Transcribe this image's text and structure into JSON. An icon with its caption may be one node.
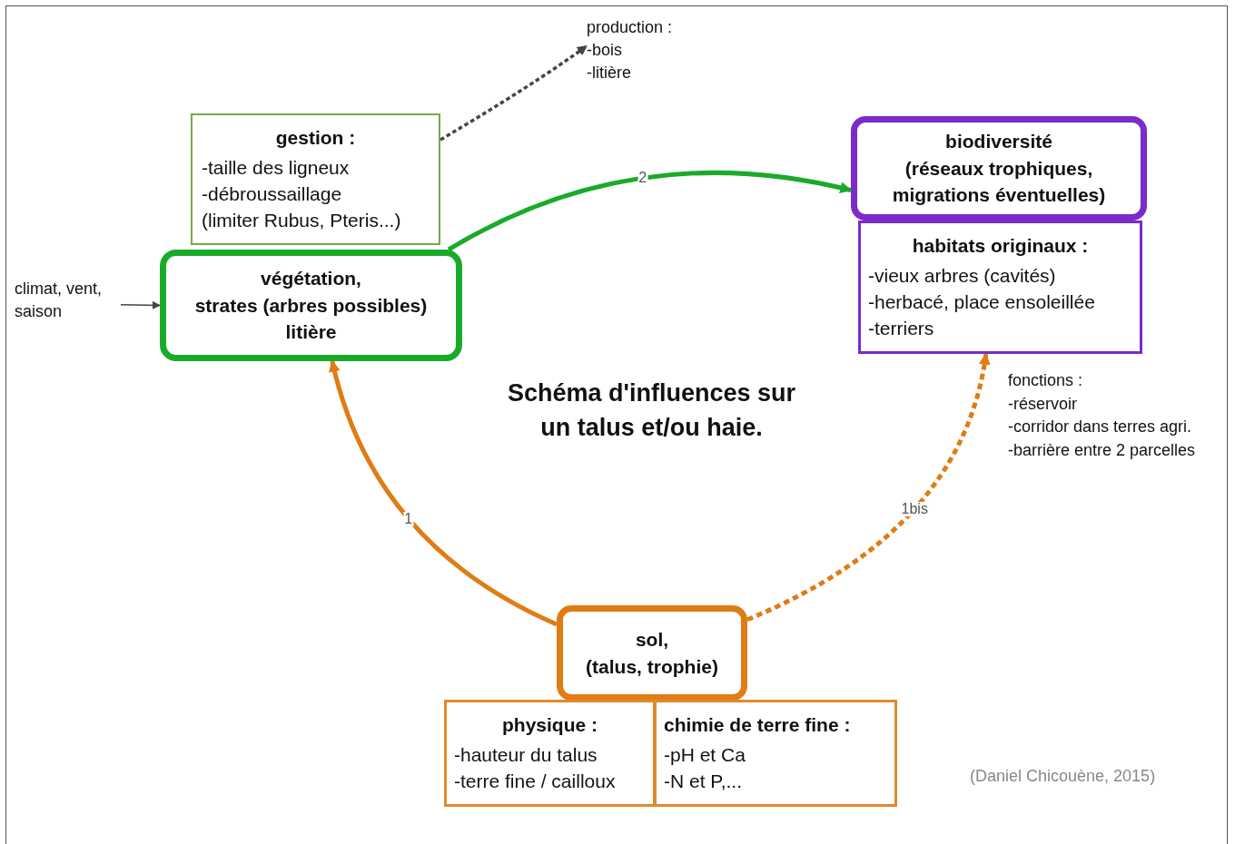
{
  "diagram": {
    "title": "Schéma d'influences sur un talus et/ou haie.",
    "caption": "(Daniel Chicouène, 2015)",
    "nodes": [
      {
        "text": [
          "gestion :",
          "-taille des ligneux",
          "-débroussaillage",
          "(limiter Rubus, Pteris...)"
        ]
      },
      {
        "text": [
          "végétation,",
          "strates (arbres possibles)",
          "litière"
        ]
      },
      {
        "text": [
          "production :",
          "-bois",
          "-litière"
        ]
      },
      {
        "text": [
          "biodiversité",
          "(réseaux trophiques,",
          "migrations éventuelles)"
        ]
      },
      {
        "text": [
          "habitats originaux :",
          "-vieux arbres (cavités)",
          "-herbacé, place ensoleillée",
          "-terriers"
        ]
      },
      {
        "text": [
          "climat, vent, saison"
        ]
      },
      {
        "text": [
          "sol,",
          "(talus, trophie)"
        ]
      },
      {
        "text": [
          "physique :",
          "-hauteur du talus",
          "-terre fine / cailloux"
        ]
      },
      {
        "text": [
          "chimie de terre fine :",
          "-pH et Ca",
          "-N et P,..."
        ]
      }
    ],
    "edges": [
      {
        "from": 0,
        "to": 2,
        "arrow": "to",
        "style": "dashed",
        "color": "#444444"
      },
      {
        "from": 1,
        "to": 3,
        "arrow": "to",
        "label": "2",
        "color": "#1aaa2a"
      },
      {
        "from": 6,
        "to": 1,
        "arrow": "to",
        "label": "1",
        "color": "#df7c14"
      },
      {
        "from": 6,
        "to": 4,
        "arrow": "to",
        "label": "1bis",
        "style": "dashed",
        "color": "#df7c14"
      },
      {
        "from": 5,
        "to": 1,
        "arrow": "to",
        "color": "#444444"
      }
    ],
    "labels": [
      "fonctions :",
      "-réservoir",
      "-corridor dans terres agri.",
      "-barrière entre 2 parcelles"
    ]
  }
}
